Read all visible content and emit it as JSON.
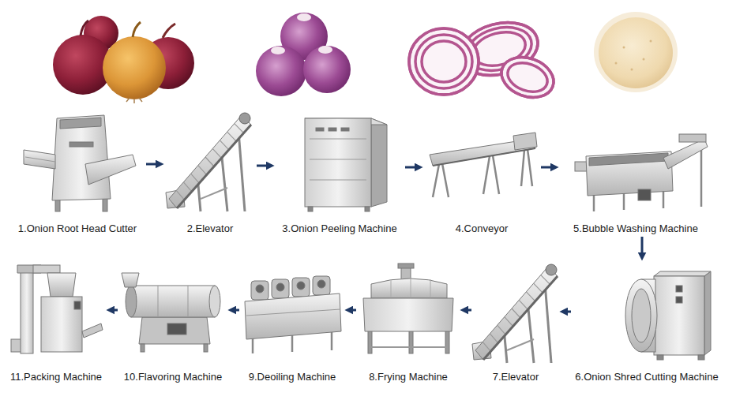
{
  "diagram": {
    "nodes": [
      {
        "text": [
          "1.Onion Root Head Cutter"
        ]
      },
      {
        "text": [
          "2.Elevator"
        ]
      },
      {
        "text": [
          "3.Onion Peeling Machine"
        ]
      },
      {
        "text": [
          "4.Conveyor"
        ]
      },
      {
        "text": [
          "5.Bubble Washing Machine"
        ]
      },
      {
        "text": [
          "6.Onion Shred Cutting Machine"
        ]
      },
      {
        "text": [
          "7.Elevator"
        ]
      },
      {
        "text": [
          "8.Frying Machine"
        ]
      },
      {
        "text": [
          "9.Deoiling Machine"
        ]
      },
      {
        "text": [
          "10.Flavoring Machine"
        ]
      },
      {
        "text": [
          "11.Packing Machine"
        ]
      }
    ],
    "edges": [
      {
        "from": 0,
        "to": 1,
        "arrow": "to"
      },
      {
        "from": 1,
        "to": 2,
        "arrow": "to"
      },
      {
        "from": 2,
        "to": 3,
        "arrow": "to"
      },
      {
        "from": 3,
        "to": 4,
        "arrow": "to"
      },
      {
        "from": 4,
        "to": 5,
        "arrow": "to"
      },
      {
        "from": 5,
        "to": 6,
        "arrow": "to"
      },
      {
        "from": 6,
        "to": 7,
        "arrow": "to"
      },
      {
        "from": 7,
        "to": 8,
        "arrow": "to"
      },
      {
        "from": 8,
        "to": 9,
        "arrow": "to"
      },
      {
        "from": 9,
        "to": 10,
        "arrow": "to"
      }
    ]
  }
}
